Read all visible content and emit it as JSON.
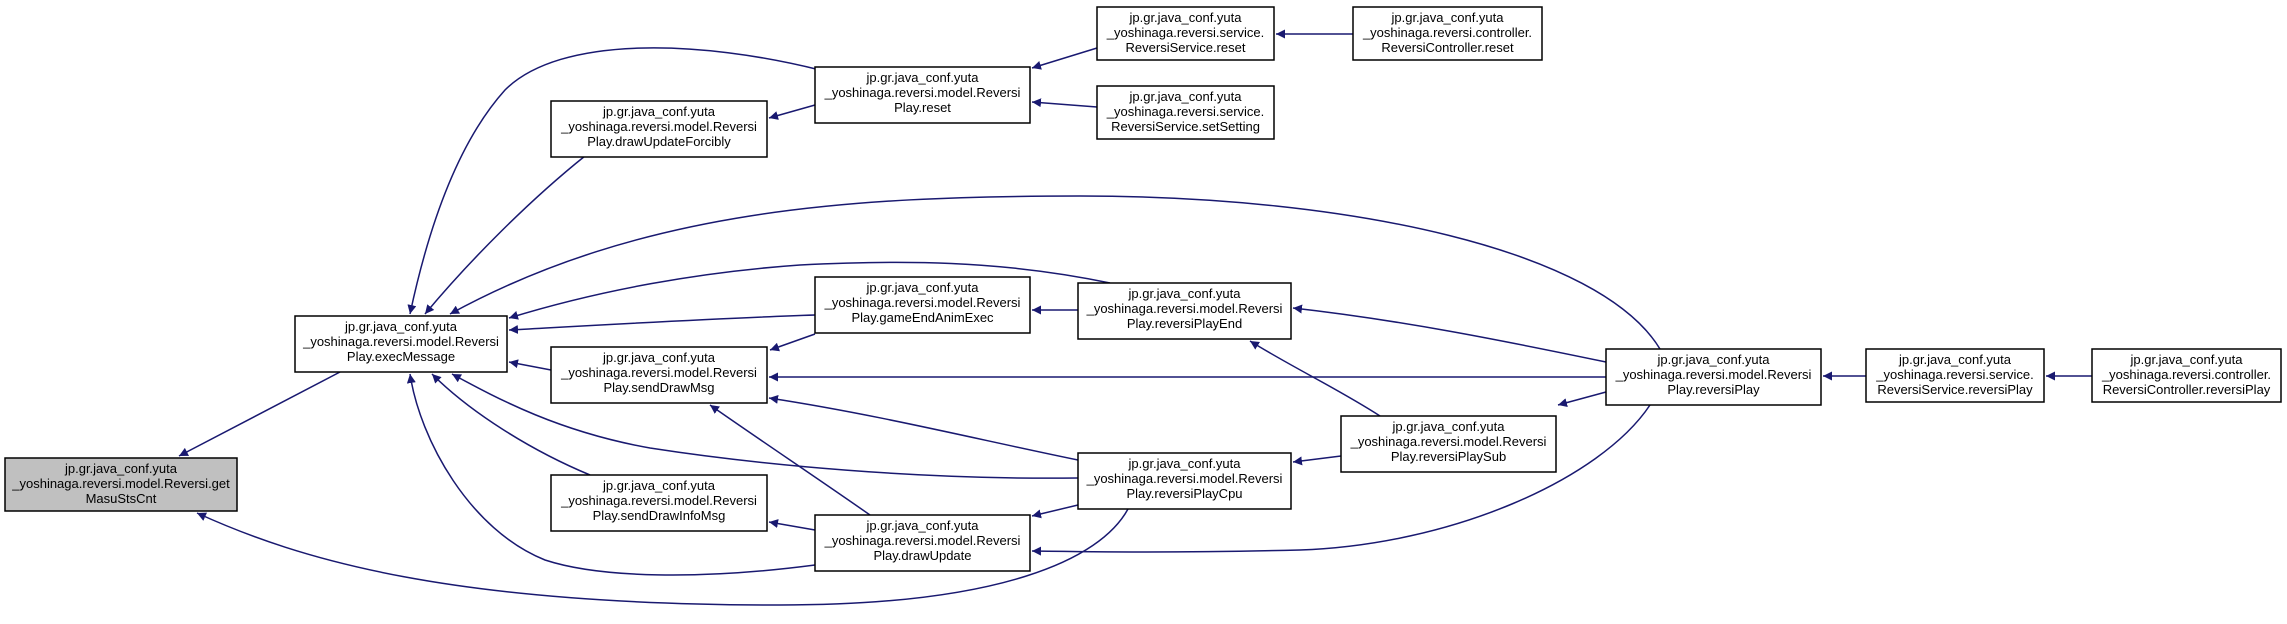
{
  "diagram": {
    "title": "",
    "colors": {
      "edge": "#191970",
      "node_border": "#000000",
      "root_fill": "#c0c0c0",
      "node_fill": "#ffffff"
    },
    "nodes": [
      {
        "id": "getMasuStsCnt",
        "lines": [
          "jp.gr.java_conf.yuta",
          "_yoshinaga.reversi.model.Reversi.get",
          "MasuStsCnt"
        ],
        "highlighted": true
      },
      {
        "id": "execMessage",
        "lines": [
          "jp.gr.java_conf.yuta",
          "_yoshinaga.reversi.model.Reversi",
          "Play.execMessage"
        ]
      },
      {
        "id": "rpReset",
        "lines": [
          "jp.gr.java_conf.yuta",
          "_yoshinaga.reversi.model.Reversi",
          "Play.reset"
        ]
      },
      {
        "id": "drawUpdateForcibly",
        "lines": [
          "jp.gr.java_conf.yuta",
          "_yoshinaga.reversi.model.Reversi",
          "Play.drawUpdateForcibly"
        ]
      },
      {
        "id": "serviceReset",
        "lines": [
          "jp.gr.java_conf.yuta",
          "_yoshinaga.reversi.service.",
          "ReversiService.reset"
        ]
      },
      {
        "id": "controllerReset",
        "lines": [
          "jp.gr.java_conf.yuta",
          "_yoshinaga.reversi.controller.",
          "ReversiController.reset"
        ]
      },
      {
        "id": "setSetting",
        "lines": [
          "jp.gr.java_conf.yuta",
          "_yoshinaga.reversi.service.",
          "ReversiService.setSetting"
        ]
      },
      {
        "id": "gameEndAnimExec",
        "lines": [
          "jp.gr.java_conf.yuta",
          "_yoshinaga.reversi.model.Reversi",
          "Play.gameEndAnimExec"
        ]
      },
      {
        "id": "reversiPlayEnd",
        "lines": [
          "jp.gr.java_conf.yuta",
          "_yoshinaga.reversi.model.Reversi",
          "Play.reversiPlayEnd"
        ]
      },
      {
        "id": "sendDrawMsg",
        "lines": [
          "jp.gr.java_conf.yuta",
          "_yoshinaga.reversi.model.Reversi",
          "Play.sendDrawMsg"
        ]
      },
      {
        "id": "reversiPlay",
        "lines": [
          "jp.gr.java_conf.yuta",
          "_yoshinaga.reversi.model.Reversi",
          "Play.reversiPlay"
        ]
      },
      {
        "id": "serviceReversiPlay",
        "lines": [
          "jp.gr.java_conf.yuta",
          "_yoshinaga.reversi.service.",
          "ReversiService.reversiPlay"
        ]
      },
      {
        "id": "controllerReversiPlay",
        "lines": [
          "jp.gr.java_conf.yuta",
          "_yoshinaga.reversi.controller.",
          "ReversiController.reversiPlay"
        ]
      },
      {
        "id": "reversiPlaySub",
        "lines": [
          "jp.gr.java_conf.yuta",
          "_yoshinaga.reversi.model.Reversi",
          "Play.reversiPlaySub"
        ]
      },
      {
        "id": "reversiPlayCpu",
        "lines": [
          "jp.gr.java_conf.yuta",
          "_yoshinaga.reversi.model.Reversi",
          "Play.reversiPlayCpu"
        ]
      },
      {
        "id": "sendDrawInfoMsg",
        "lines": [
          "jp.gr.java_conf.yuta",
          "_yoshinaga.reversi.model.Reversi",
          "Play.sendDrawInfoMsg"
        ]
      },
      {
        "id": "drawUpdate",
        "lines": [
          "jp.gr.java_conf.yuta",
          "_yoshinaga.reversi.model.Reversi",
          "Play.drawUpdate"
        ]
      }
    ],
    "edges": [
      {
        "from": "execMessage",
        "to": "getMasuStsCnt"
      },
      {
        "from": "reversiPlayCpu",
        "to": "getMasuStsCnt"
      },
      {
        "from": "rpReset",
        "to": "execMessage"
      },
      {
        "from": "drawUpdateForcibly",
        "to": "execMessage"
      },
      {
        "from": "reversiPlay",
        "to": "execMessage"
      },
      {
        "from": "reversiPlayEnd",
        "to": "execMessage"
      },
      {
        "from": "gameEndAnimExec",
        "to": "execMessage"
      },
      {
        "from": "sendDrawMsg",
        "to": "execMessage"
      },
      {
        "from": "reversiPlayCpu",
        "to": "execMessage"
      },
      {
        "from": "sendDrawInfoMsg",
        "to": "execMessage"
      },
      {
        "from": "drawUpdate",
        "to": "execMessage"
      },
      {
        "from": "rpReset",
        "to": "drawUpdateForcibly"
      },
      {
        "from": "serviceReset",
        "to": "rpReset"
      },
      {
        "from": "setSetting",
        "to": "rpReset"
      },
      {
        "from": "controllerReset",
        "to": "serviceReset"
      },
      {
        "from": "sendDrawMsg",
        "to": "gameEndAnimExec"
      },
      {
        "from": "reversiPlayEnd",
        "to": "gameEndAnimExec"
      },
      {
        "from": "reversiPlay",
        "to": "sendDrawMsg"
      },
      {
        "from": "reversiPlayCpu",
        "to": "sendDrawMsg"
      },
      {
        "from": "drawUpdate",
        "to": "sendDrawMsg"
      },
      {
        "from": "reversiPlay",
        "to": "reversiPlayEnd"
      },
      {
        "from": "reversiPlaySub",
        "to": "reversiPlayEnd"
      },
      {
        "from": "serviceReversiPlay",
        "to": "reversiPlay"
      },
      {
        "from": "controllerReversiPlay",
        "to": "serviceReversiPlay"
      },
      {
        "from": "reversiPlay",
        "to": "reversiPlaySub"
      },
      {
        "from": "reversiPlaySub",
        "to": "reversiPlayCpu"
      },
      {
        "from": "reversiPlayCpu",
        "to": "drawUpdate"
      },
      {
        "from": "reversiPlay",
        "to": "drawUpdate"
      },
      {
        "from": "drawUpdate",
        "to": "sendDrawInfoMsg"
      }
    ]
  }
}
